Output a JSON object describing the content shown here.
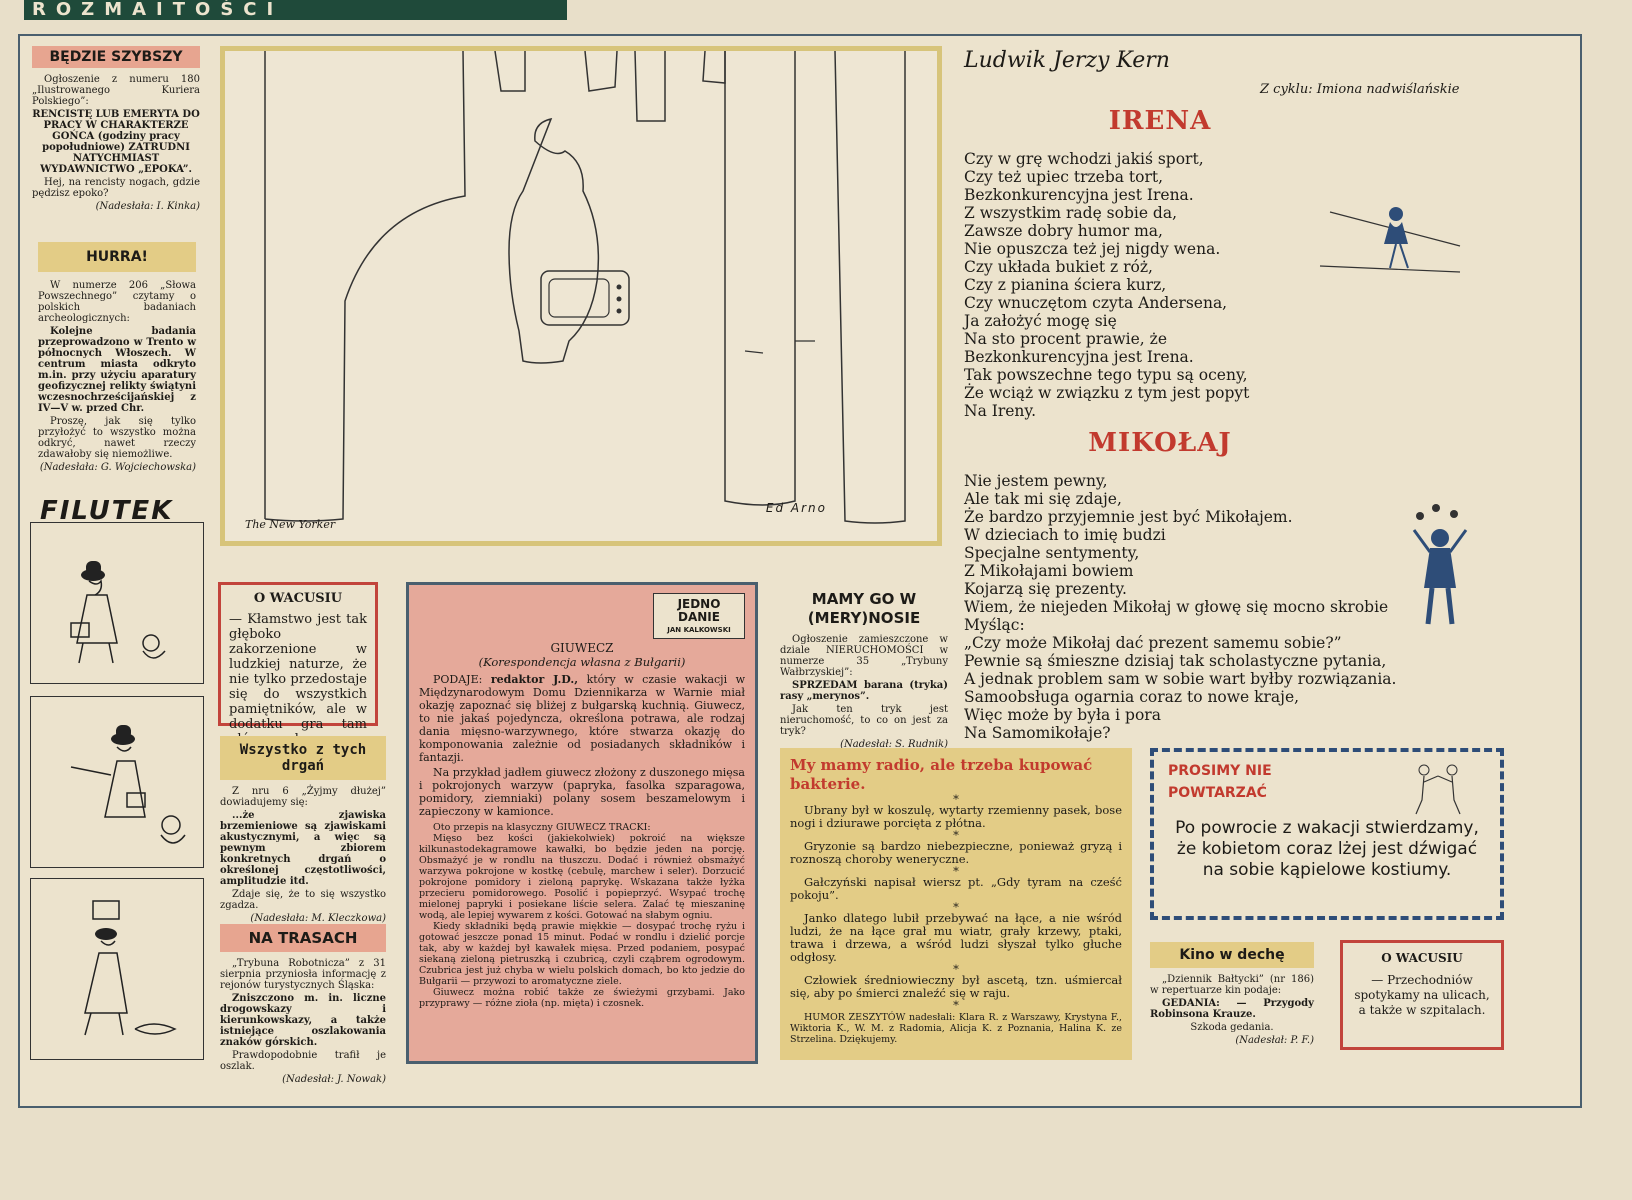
{
  "masthead": "ROZMAITOŚCI",
  "col1": {
    "a1": {
      "title": "BĘDZIE SZYBSZY",
      "intro": "Ogłoszenie z numeru 180 „Ilustrowanego Kuriera Polskiego”:",
      "quote": "RENCISTĘ LUB EMERYTA DO PRACY W CHARAKTERZE GOŃCA (godziny pracy popołudniowe) ZATRUDNI NATYCHMIAST WYDAWNICTWO „EPOKA”.",
      "comment": "Hej, na rencisty nogach, gdzie pędzisz epoko?",
      "credit": "(Nadesłała: I. Kinka)"
    },
    "a2": {
      "title": "HURRA!",
      "intro": "W numerze 206 „Słowa Powszechnego” czytamy o polskich badaniach archeologicznych:",
      "quote": "Kolejne badania przeprowadzono w Trento w północnych Włoszech. W centrum miasta odkryto m.in. przy użyciu aparatury geofizycznej relikty świątyni wczesnochrześcijańskiej z IV—V w. przed Chr.",
      "comment": "Proszę, jak się tylko przyłożyć to wszystko można odkryć, nawet rzeczy zdawałoby się niemożliwe.",
      "credit": "(Nadesłała: G. Wojciechowska)"
    },
    "comic_title": "FILUTEK"
  },
  "cartoon": {
    "caption": "The New Yorker",
    "signature": "Ed Arno"
  },
  "wacus1": {
    "title": "O WACUSIU",
    "text": "— Kłamstwo jest tak głęboko zakorzenione w ludzkiej naturze, że nie tylko przedostaje się do wszystkich pamiętników, ale w dodatku gra tam główną rolę."
  },
  "drgan": {
    "title": "Wszystko z tych drgań",
    "intro": "Z nru 6 „Żyjmy dłużej” dowiadujemy się:",
    "quote": "...że zjawiska brzemieniowe są zjawiskami akustycznymi, a więc są pewnym zbiorem konkretnych drgań o określonej częstotliwości, amplitudzie itd.",
    "comment": "Zdaje się, że to się wszystko zgadza.",
    "credit": "(Nadesłała: M. Kleczkowa)"
  },
  "trasach": {
    "title": "NA TRASACH",
    "intro": "„Trybuna Robotnicza” z 31 sierpnia przyniosła informację z rejonów turystycznych Śląska:",
    "quote": "Zniszczono m. in. liczne drogowskazy i kierunkowskazy, a także istniejące oszlakowania znaków górskich.",
    "comment": "Prawdopodobnie trafił je oszlak.",
    "credit": "(Nadesłał: J. Nowak)"
  },
  "giuwecz": {
    "logo1": "JEDNO",
    "logo2": "DANIE",
    "logo_author": "JAN KALKOWSKI",
    "title": "GIUWECZ",
    "subtitle": "(Korespondencja własna z Bułgarii)",
    "p1_lead": "PODAJE: ",
    "p1_bold": "redaktor J.D.,",
    "p1": " który w czasie wakacji w Międzynarodowym Domu Dziennikarza w Warnie miał okazję zapoznać się bliżej z bułgarską kuchnią. Giuwecz, to nie jakaś pojedyncza, określona potrawa, ale rodzaj dania mięsno-warzywnego, które stwarza okazję do komponowania zależnie od posiadanych składników i fantazji.",
    "p2": "Na przykład jadłem giuwecz złożony z duszonego mięsa i pokrojonych warzyw (papryka, fasolka szparagowa, pomidory, ziemniaki) polany sosem beszamelowym i zapieczony w kamionce.",
    "recipe_intro": "Oto przepis na klasyczny GIUWECZ TRACKI:",
    "recipe1": "Mięso bez kości (jakiekolwiek) pokroić na większe kilkunastodekagramowe kawałki, bo będzie jeden na porcję. Obsmażyć je w rondlu na tłuszczu. Dodać i również obsmażyć warzywa pokrojone w kostkę (cebulę, marchew i seler). Dorzucić pokrojone pomidory i zieloną paprykę. Wskazana także łyżka przecieru pomidorowego. Posolić i popieprzyć. Wsypać trochę mielonej papryki i posiekane liście selera. Zalać tę mieszaninę wodą, ale lepiej wywarem z kości. Gotować na słabym ogniu.",
    "recipe2": "Kiedy składniki będą prawie miękkie — dosypać trochę ryżu i gotować jeszcze ponad 15 minut. Podać w rondlu i dzielić porcje tak, aby w każdej był kawałek mięsa. Przed podaniem, posypać siekaną zieloną pietruszką i czubricą, czyli cząbrem ogrodowym. Czubrica jest już chyba w wielu polskich domach, bo kto jedzie do Bułgarii — przywozi to aromatyczne ziele.",
    "recipe3": "Giuwecz można robić także ze świeżymi grzybami. Jako przyprawy — różne zioła (np. mięta) i czosnek."
  },
  "merynos": {
    "title": "MAMY GO W (MERY)NOSIE",
    "intro": "Ogłoszenie zamieszczone w dziale NIERUCHOMOŚCI w numerze 35 „Trybuny Wałbrzyskiej”:",
    "quote": "SPRZEDAM barana (tryka) rasy „merynos”.",
    "comment": "Jak ten tryk jest nieruchomość, to co on jest za tryk?",
    "credit": "(Nadesłał: S. Rudnik)"
  },
  "radio": {
    "title": "My mamy radio, ale trzeba kupować bakterie.",
    "items": [
      "Ubrany był w koszulę, wytarty rzemienny pasek, bose nogi i dziurawe porcięta z płótna.",
      "Gryzonie są bardzo niebezpieczne, ponieważ gryzą i roznoszą choroby weneryczne.",
      "Gałczyński napisał wiersz pt. „Gdy tyram na cześć pokoju”.",
      "Janko dlatego lubił przebywać na łące, a nie wśród ludzi, że na łące grał mu wiatr, grały krzewy, ptaki, trawa i drzewa, a wśród ludzi słyszał tylko głuche odgłosy.",
      "Człowiek średniowieczny był ascetą, tzn. uśmiercał się, aby po śmierci znaleźć się w raju."
    ],
    "star": "*",
    "footer": "HUMOR ZESZYTÓW nadesłali: Klara R. z Warszawy, Krystyna F., Wiktoria K., W. M. z Radomia, Alicja K. z Poznania, Halina K. ze Strzelina. Dziękujemy."
  },
  "poems": {
    "author": "Ludwik Jerzy Kern",
    "cycle": "Z cyklu: Imiona nadwiślańskie",
    "irena_title": "IRENA",
    "irena": "Czy w grę wchodzi jakiś sport,\nCzy też upiec trzeba tort,\nBezkonkurencyjna jest Irena.\nZ wszystkim radę sobie da,\nZawsze dobry humor ma,\nNie opuszcza też jej nigdy wena.\nCzy układa bukiet z róż,\nCzy z pianina ściera kurz,\nCzy wnuczętom czyta Andersena,\nJa założyć mogę się\nNa sto procent prawie, że\nBezkonkurencyjna jest Irena.\nTak powszechne tego typu są oceny,\nŻe wciąż w związku z tym jest popyt\nNa Ireny.",
    "mikolaj_title": "MIKOŁAJ",
    "mikolaj": "Nie jestem pewny,\nAle tak mi się zdaje,\nŻe bardzo przyjemnie jest być Mikołajem.\nW dzieciach to imię budzi\nSpecjalne sentymenty,\nZ Mikołajami bowiem\nKojarzą się prezenty.\nWiem, że niejeden Mikołaj w głowę się mocno skrobie\nMyśląc:\n„Czy może Mikołaj dać prezent samemu sobie?”\nPewnie są śmieszne dzisiaj tak scholastyczne pytania,\nA jednak problem sam w sobie wart byłby rozwiązania.\nSamoobsługa ogarnia coraz to nowe kraje,\nWięc może by była i pora\nNa Samomikołaje?"
  },
  "prosimy": {
    "title1": "PROSIMY NIE",
    "title2": "POWTARZAĆ",
    "text": "Po powrocie z wakacji stwierdzamy, że kobietom coraz lżej jest dźwigać na sobie kąpielowe kostiumy."
  },
  "kino": {
    "title": "Kino w dechę",
    "intro": "„Dziennik Bałtycki” (nr 186) w repertuarze kin podaje:",
    "quote": "GEDANIA: — Przygody Robinsona Krauze.",
    "comment": "Szkoda gedania.",
    "credit": "(Nadesłał: P. F.)"
  },
  "wacus2": {
    "title": "O WACUSIU",
    "text": "— Przechodniów spotykamy na ulicach, a także w szpitalach."
  },
  "colors": {
    "pink": "#e7a590",
    "yellow": "#e3cc86",
    "red": "#c23a2e",
    "blue": "#2e4d78",
    "frame": "#4a5f6e"
  }
}
